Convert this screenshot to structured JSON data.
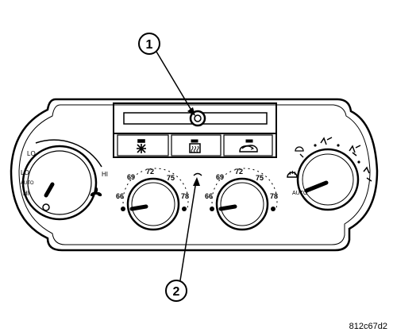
{
  "callouts": [
    {
      "number": "1"
    },
    {
      "number": "2"
    }
  ],
  "fan_knob": {
    "labels": [
      "LO",
      "LO",
      "AUTO",
      "HI",
      "HI"
    ]
  },
  "temp_dials": {
    "scale": [
      "66",
      "69",
      "72",
      "75",
      "78"
    ]
  },
  "mode_knob": {
    "label": "AUTO"
  },
  "figure_id": "812c67d2"
}
